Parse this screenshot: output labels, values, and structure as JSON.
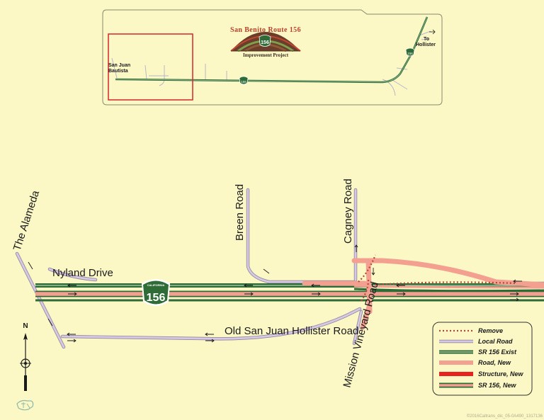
{
  "inset": {
    "logo_title": "San Benito Route 156",
    "logo_subtitle": "Improvement Project",
    "shield_number": "156",
    "town_label_1": "San Juan",
    "town_label_2": "Bautista",
    "to_label_1": "To",
    "to_label_2": "Hollister"
  },
  "roads": {
    "the_alameda": "The Alameda",
    "nyland_drive": "Nyland Drive",
    "breen_road": "Breen Road",
    "cagney_road": "Cagney Road",
    "old_sjh_road": "Old San Juan Hollister Road",
    "mission_vineyard_road": "Mission Vineyard Road"
  },
  "shield": {
    "state_text": "CALIFORNIA",
    "number": "156"
  },
  "legend": {
    "items": [
      {
        "label": "Remove",
        "style": "dotted",
        "color": "#b5473a"
      },
      {
        "label": "Local Road",
        "style": "local",
        "color": "#c9b7d6"
      },
      {
        "label": "SR 156 Exist",
        "style": "exist",
        "color": "#3f7a3f"
      },
      {
        "label": "Road, New",
        "style": "solid",
        "color": "#f4a090"
      },
      {
        "label": "Structure, New",
        "style": "solid",
        "color": "#e8231f"
      },
      {
        "label": "SR 156, New",
        "style": "new156",
        "color": "#f4a090"
      }
    ]
  },
  "north": {
    "label": "N"
  },
  "credit": "©2016Caltrans_dic_05-0A490_1317136",
  "colors": {
    "background": "#fbf8c6",
    "sr156_green": "#2f6b37",
    "local_road": "#c9b7d6",
    "new_road": "#f4a090",
    "remove": "#b5473a",
    "inset_frame": "#d8262a"
  }
}
